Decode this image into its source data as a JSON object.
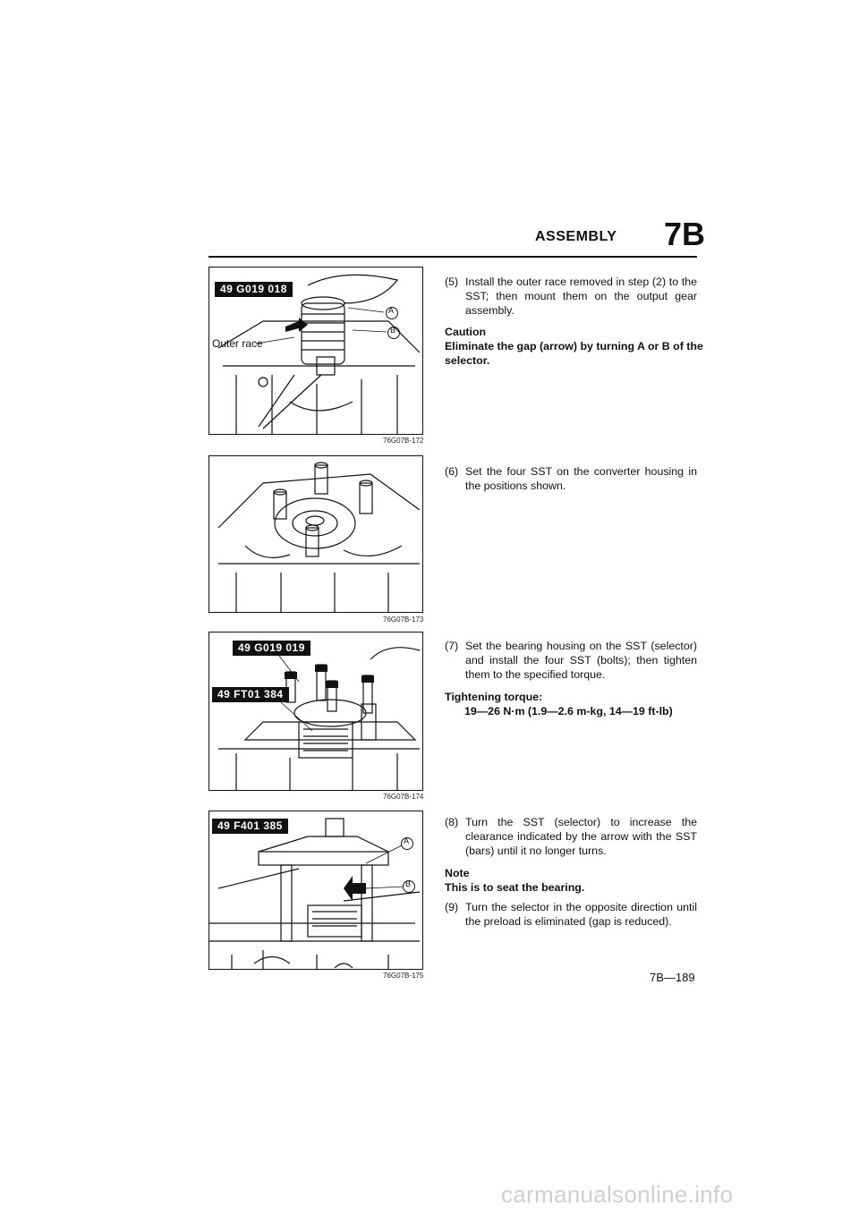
{
  "header": {
    "title": "ASSEMBLY",
    "chapter": "7B"
  },
  "figures": [
    {
      "code": "76G07B-172",
      "tool": "49 G019 018",
      "callouts": {
        "outer_race": "Outer race",
        "a": "A",
        "b": "B"
      }
    },
    {
      "code": "76G07B-173"
    },
    {
      "code": "76G07B-174",
      "tool1": "49 G019 019",
      "tool2": "49 FT01 384"
    },
    {
      "code": "76G07B-175",
      "tool": "49 F401 385",
      "callouts": {
        "a": "A",
        "b": "B"
      }
    }
  ],
  "steps": {
    "s5": {
      "num": "(5)",
      "text": "Install the outer race removed in step (2) to the SST; then mount them on the output gear assembly."
    },
    "caution": {
      "heading": "Caution",
      "text": "Eliminate the gap (arrow) by turning A or B of the selector."
    },
    "s6": {
      "num": "(6)",
      "text": "Set the four SST on the converter housing in the positions shown."
    },
    "s7": {
      "num": "(7)",
      "text": "Set the bearing housing on the SST (selector) and install the four SST (bolts); then tighten them to the specified torque."
    },
    "torque": {
      "heading": "Tightening torque:",
      "value": "19—26 N·m (1.9—2.6 m-kg, 14—19 ft-lb)"
    },
    "s8": {
      "num": "(8)",
      "text": "Turn the SST (selector) to increase the clearance indicated by the arrow with the SST (bars) until it no longer turns."
    },
    "note": {
      "heading": "Note",
      "text": "This is to seat the bearing."
    },
    "s9": {
      "num": "(9)",
      "text": "Turn the selector in the opposite direction until the preload is eliminated (gap is reduced)."
    }
  },
  "page_number": "7B—189",
  "watermark": "carmanualsonline.info"
}
